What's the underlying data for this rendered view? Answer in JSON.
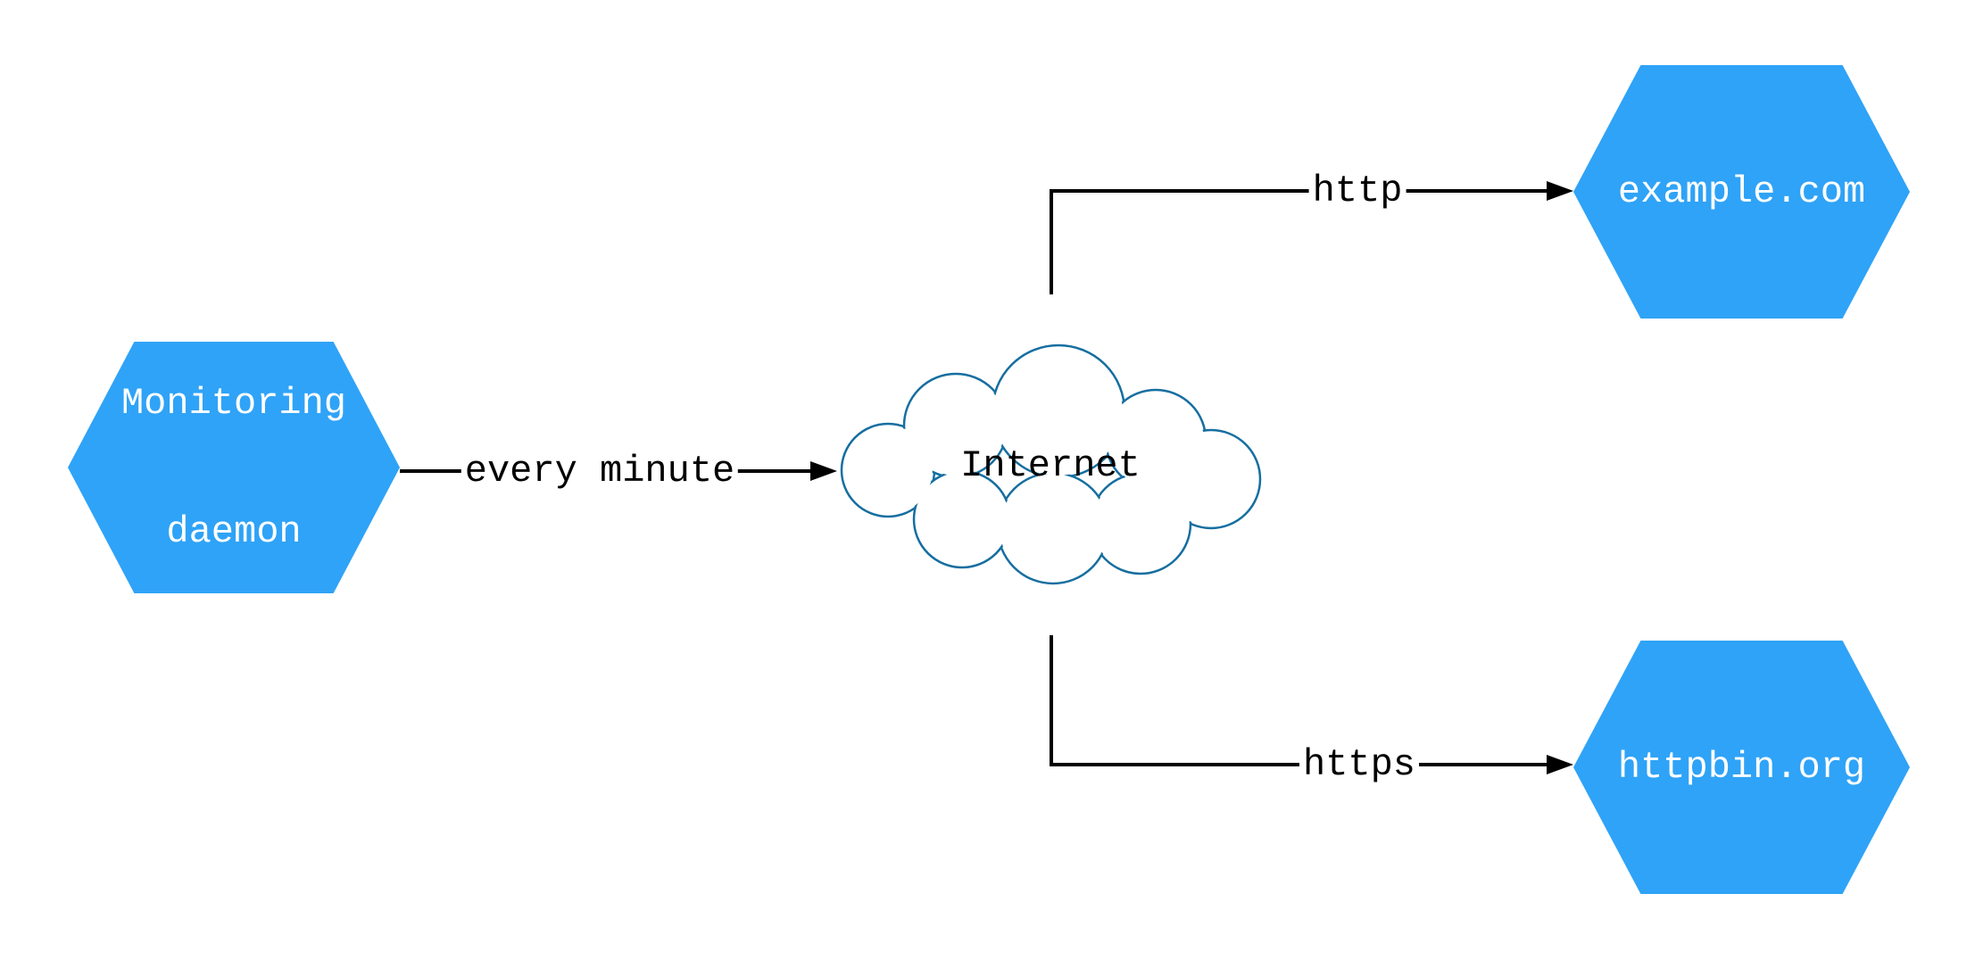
{
  "nodes": {
    "monitoring_daemon": {
      "lines": [
        "Monitoring",
        "daemon"
      ]
    },
    "internet": {
      "label": "Internet"
    },
    "example_com": {
      "label": "example.com"
    },
    "httpbin_org": {
      "label": "httpbin.org"
    }
  },
  "edges": {
    "every_minute": {
      "label": "every minute"
    },
    "http": {
      "label": "http"
    },
    "https": {
      "label": "https"
    }
  },
  "colors": {
    "node-fill": "#2FA3F7",
    "node-text": "#FFFFFF",
    "cloud-stroke": "#166EA0",
    "cloud-fill": "#FFFFFF",
    "edge": "#000000",
    "edge-label-text": "#000000",
    "background": "#FFFFFF"
  }
}
